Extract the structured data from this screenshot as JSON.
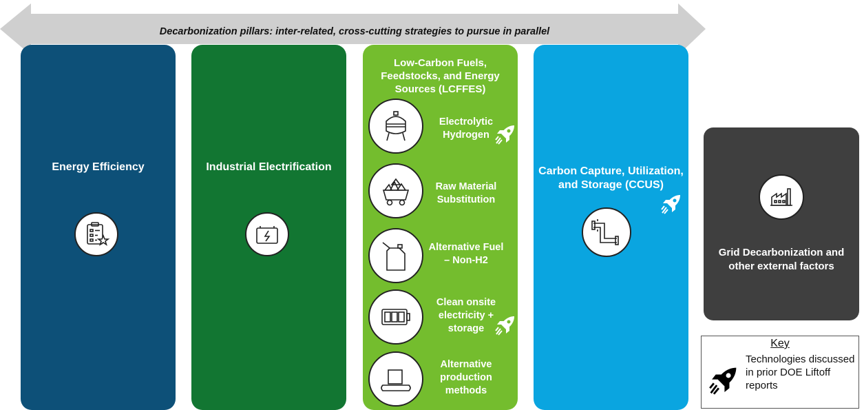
{
  "banner": {
    "text": "Decarbonization pillars: inter-related, cross-cutting strategies to pursue in parallel"
  },
  "pillars": {
    "energy_efficiency": {
      "title": "Energy Efficiency",
      "color": "#0d5078",
      "icon": "checklist-icon"
    },
    "industrial_electrification": {
      "title": "Industrial Electrification",
      "color": "#127632",
      "icon": "battery-bolt-icon"
    },
    "lcffes": {
      "title": "Low-Carbon Fuels, Feedstocks, and Energy Sources (LCFFES)",
      "color": "#74bd2e",
      "items": [
        {
          "label": "Electrolytic Hydrogen",
          "icon": "electrolyzer-tank-icon",
          "rocket": true
        },
        {
          "label": "Raw Material Substitution",
          "icon": "mine-cart-icon",
          "rocket": false
        },
        {
          "label": "Alternative Fuel – Non-H2",
          "icon": "fuel-canister-icon",
          "rocket": false
        },
        {
          "label": "Clean onsite electricity + storage",
          "icon": "battery-cells-icon",
          "rocket": true
        },
        {
          "label": "Alternative production methods",
          "icon": "conveyor-icon",
          "rocket": false
        }
      ]
    },
    "ccus": {
      "title": "Carbon Capture, Utilization, and Storage (CCUS)",
      "color": "#0aa5e0",
      "icon": "pipeline-icon",
      "rocket": true
    }
  },
  "external": {
    "title": "Grid Decarbonization and other external factors",
    "color": "#3f3f3f",
    "icon": "factory-icon"
  },
  "key": {
    "title": "Key",
    "text": "Technologies discussed in prior DOE Liftoff reports",
    "icon": "rocket-icon"
  }
}
